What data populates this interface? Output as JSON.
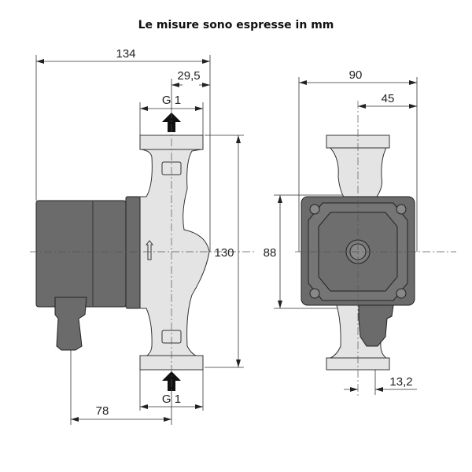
{
  "title": "Le misure sono espresse in mm",
  "side_view": {
    "overall_length": "134",
    "offset_right": "29,5",
    "thread_top": "G 1",
    "thread_bottom": "G 1",
    "height": "130",
    "cable_gland_offset": "78"
  },
  "front_view": {
    "overall_width": "90",
    "half_width": "45",
    "housing_height": "88",
    "cable_offset": "13,2"
  },
  "colors": {
    "motor": "#6b6b6b",
    "body": "#e4e4e4",
    "line": "#333333"
  }
}
